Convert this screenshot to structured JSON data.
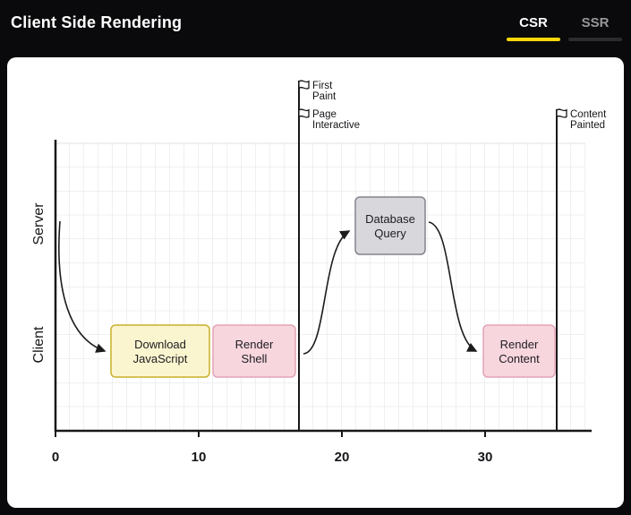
{
  "header": {
    "title": "Client Side Rendering",
    "tabs": [
      {
        "label": "CSR",
        "active": true
      },
      {
        "label": "SSR",
        "active": false
      }
    ],
    "active_tab_color": "#ffd60a"
  },
  "chart_data": {
    "type": "timeline",
    "title": "Client Side Rendering",
    "rows": [
      "Server",
      "Client"
    ],
    "x_ticks": [
      0,
      10,
      20,
      30
    ],
    "x_range": [
      0,
      37
    ],
    "grid": true,
    "milestones": [
      {
        "time": 17,
        "label": "First Paint",
        "label_lines": [
          "First",
          "Paint"
        ]
      },
      {
        "time": 17,
        "label": "Page Interactive",
        "label_lines": [
          "Page",
          "Interactive"
        ]
      },
      {
        "time": 35,
        "label": "Content Painted",
        "label_lines": [
          "Content",
          "Painted"
        ]
      }
    ],
    "tasks": [
      {
        "label": "Download JavaScript",
        "label_lines": [
          "Download",
          "JavaScript"
        ],
        "row": "Client",
        "start": 4,
        "end": 10.7,
        "fill": "#fbf5cf",
        "border": "#c9b02c"
      },
      {
        "label": "Render Shell",
        "label_lines": [
          "Render",
          "Shell"
        ],
        "row": "Client",
        "start": 11,
        "end": 16.7,
        "fill": "#f8d6de",
        "border": "#e2a3b6"
      },
      {
        "label": "Database Query",
        "label_lines": [
          "Database",
          "Query"
        ],
        "row": "Server",
        "start": 21,
        "end": 25.8,
        "fill": "#d8d8dc",
        "border": "#83838d"
      },
      {
        "label": "Render Content",
        "label_lines": [
          "Render",
          "Content"
        ],
        "row": "Client",
        "start": 29.9,
        "end": 34.9,
        "fill": "#f8d6de",
        "border": "#e2a3b6"
      }
    ],
    "arrows": [
      {
        "from": "timeline-start",
        "to": "Download JavaScript"
      },
      {
        "from": "Render Shell",
        "to": "Database Query"
      },
      {
        "from": "Database Query",
        "to": "Render Content"
      }
    ]
  }
}
